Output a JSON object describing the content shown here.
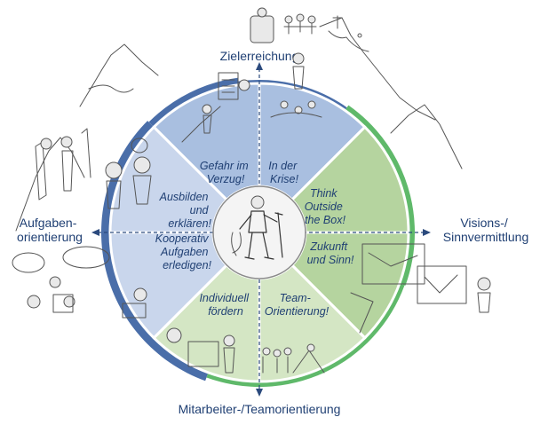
{
  "axes": {
    "top": "Zielerreichung",
    "left": [
      "Aufgaben-",
      "orientierung"
    ],
    "right": [
      "Visions-/",
      "Sinnvermittlung"
    ],
    "bottom": "Mitarbeiter-/Teamorientierung"
  },
  "segments": {
    "gefahr": [
      "Gefahr im",
      "Verzug!"
    ],
    "krise": [
      "In der",
      "Krise!"
    ],
    "think": [
      "Think",
      "Outside",
      "the Box!"
    ],
    "zukunft": [
      "Zukunft",
      "und Sinn!"
    ],
    "team": [
      "Team-",
      "Orientierung!"
    ],
    "individuell": [
      "Individuell",
      "fördern"
    ],
    "kooperativ": [
      "Kooperativ",
      "Aufgaben",
      "erledigen!"
    ],
    "ausbilden": [
      "Ausbilden",
      "und",
      "erklären!"
    ]
  },
  "colors": {
    "blue_sector": "#a9bfe0",
    "light_blue_sector": "#c9d6ec",
    "green_sector": "#b5d49f",
    "light_green_sector": "#d4e6c4",
    "ring_blue": "#4a6ea9",
    "ring_green": "#5fb96a",
    "text_blue": "#1f3f73"
  },
  "icons": {
    "center": "climber-with-ice-axe-icon",
    "top": "summit-climbers-icon",
    "left": "climbing-wall-team-icon",
    "right": "map-planning-icon",
    "bottom": "team-hiking-icon"
  }
}
